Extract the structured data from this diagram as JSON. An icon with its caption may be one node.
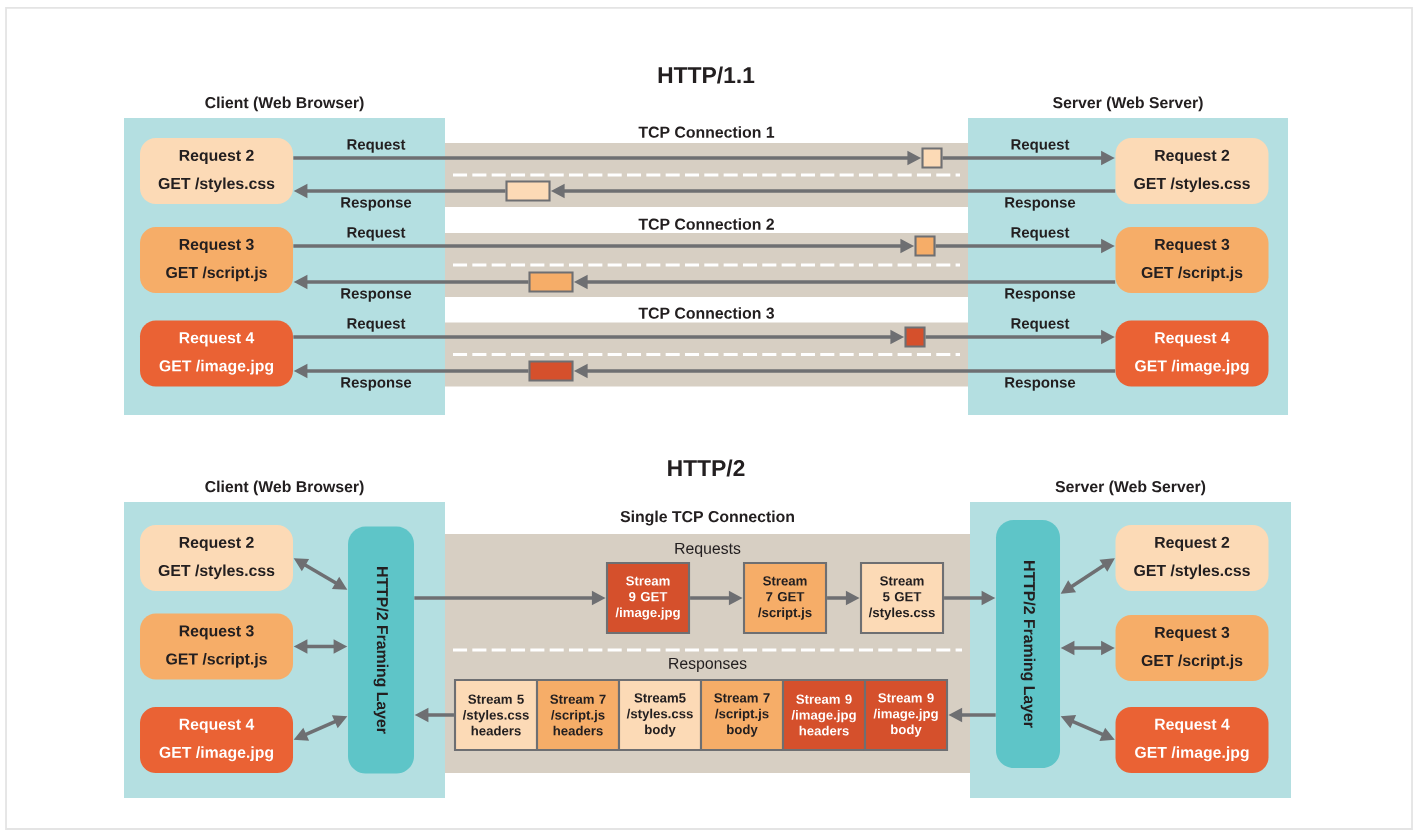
{
  "diagram": {
    "nodes": [
      {
        "text": [
          "Client (Web Browser)"
        ]
      },
      {
        "text": [
          "Server (Web Server)"
        ]
      },
      {
        "text": [
          "Request 2",
          "GET /styles.css"
        ],
        "in": 0
      },
      {
        "text": [
          "Request 3",
          "GET /script.js"
        ],
        "in": 0
      },
      {
        "text": [
          "Request 4",
          "GET /image.jpg"
        ],
        "in": 0
      },
      {
        "text": [
          "Request 2",
          "GET /styles.css"
        ],
        "in": 1
      },
      {
        "text": [
          "Request 3",
          "GET /script.js"
        ],
        "in": 1
      },
      {
        "text": [
          "Request 4",
          "GET /image.jpg"
        ],
        "in": 1
      },
      {
        "text": [
          "TCP Connection 1"
        ]
      },
      {
        "text": [
          "TCP Connection 2"
        ]
      },
      {
        "text": [
          "TCP Connection 3"
        ]
      },
      {
        "text": [],
        "shape": "box",
        "in": 8
      },
      {
        "text": [],
        "shape": "box",
        "in": 8
      },
      {
        "text": [],
        "shape": "box",
        "in": 9
      },
      {
        "text": [],
        "shape": "box",
        "in": 9
      },
      {
        "text": [],
        "shape": "box",
        "in": 10
      },
      {
        "text": [],
        "shape": "box",
        "in": 10
      },
      {
        "text": [
          "Client (Web Browser)"
        ]
      },
      {
        "text": [
          "Server (Web Server)"
        ]
      },
      {
        "text": [
          "Request 2",
          "GET /styles.css"
        ],
        "in": 17
      },
      {
        "text": [
          "Request 3",
          "GET /script.js"
        ],
        "in": 17
      },
      {
        "text": [
          "Request 4",
          "GET /image.jpg"
        ],
        "in": 17
      },
      {
        "text": [
          "HTTP/2 Framing Layer"
        ],
        "in": 17
      },
      {
        "text": [
          "HTTP/2 Framing Layer"
        ],
        "in": 18
      },
      {
        "text": [
          "Request 2",
          "GET /styles.css"
        ],
        "in": 18
      },
      {
        "text": [
          "Request 3",
          "GET /script.js"
        ],
        "in": 18
      },
      {
        "text": [
          "Request 4",
          "GET /image.jpg"
        ],
        "in": 18
      },
      {
        "text": [
          "Single TCP Connection",
          "Requests",
          "Responses"
        ]
      },
      {
        "text": [
          "Stream 9 GET /image.jpg"
        ],
        "in": 27
      },
      {
        "text": [
          "Stream 7 GET /script.js"
        ],
        "in": 27
      },
      {
        "text": [
          "Stream 5 GET /styles.css"
        ],
        "in": 27
      },
      {
        "text": [
          "Stream 5 /styles.css headers"
        ],
        "in": 27
      },
      {
        "text": [
          "Stream 7 /script.js headers"
        ],
        "in": 27
      },
      {
        "text": [
          "Stream5 /styles.css body"
        ],
        "in": 27
      },
      {
        "text": [
          "Stream 7 /script.js body"
        ],
        "in": 27
      },
      {
        "text": [
          "Stream 9 /image.jpg headers"
        ],
        "in": 27
      },
      {
        "text": [
          "Stream 9 /image.jpg body"
        ],
        "in": 27
      }
    ],
    "edges": [
      {
        "from": 2,
        "to": 11,
        "arrow": "to",
        "label": "Request"
      },
      {
        "from": 11,
        "to": 5,
        "arrow": "to",
        "label": "Request"
      },
      {
        "from": 5,
        "to": 12,
        "arrow": "to",
        "label": "Response"
      },
      {
        "from": 12,
        "to": 2,
        "arrow": "to",
        "label": "Response"
      },
      {
        "from": 3,
        "to": 13,
        "arrow": "to",
        "label": "Request"
      },
      {
        "from": 13,
        "to": 6,
        "arrow": "to",
        "label": "Request"
      },
      {
        "from": 6,
        "to": 14,
        "arrow": "to",
        "label": "Response"
      },
      {
        "from": 14,
        "to": 3,
        "arrow": "to",
        "label": "Response"
      },
      {
        "from": 4,
        "to": 15,
        "arrow": "to",
        "label": "Request"
      },
      {
        "from": 15,
        "to": 7,
        "arrow": "to",
        "label": "Request"
      },
      {
        "from": 7,
        "to": 16,
        "arrow": "to",
        "label": "Response"
      },
      {
        "from": 16,
        "to": 4,
        "arrow": "to",
        "label": "Response"
      },
      {
        "from": 19,
        "to": 22,
        "arrow": "both"
      },
      {
        "from": 20,
        "to": 22,
        "arrow": "both"
      },
      {
        "from": 21,
        "to": 22,
        "arrow": "both"
      },
      {
        "from": 22,
        "to": 28,
        "arrow": "to"
      },
      {
        "from": 28,
        "to": 29,
        "arrow": "to"
      },
      {
        "from": 29,
        "to": 30,
        "arrow": "to"
      },
      {
        "from": 30,
        "to": 23,
        "arrow": "to"
      },
      {
        "from": 23,
        "to": 24,
        "arrow": "both"
      },
      {
        "from": 23,
        "to": 25,
        "arrow": "both"
      },
      {
        "from": 23,
        "to": 26,
        "arrow": "both"
      },
      {
        "from": 23,
        "to": 36,
        "arrow": "to"
      },
      {
        "from": 31,
        "to": 22,
        "arrow": "to"
      }
    ],
    "labels": [
      "HTTP/1.1",
      "HTTP/2"
    ]
  }
}
